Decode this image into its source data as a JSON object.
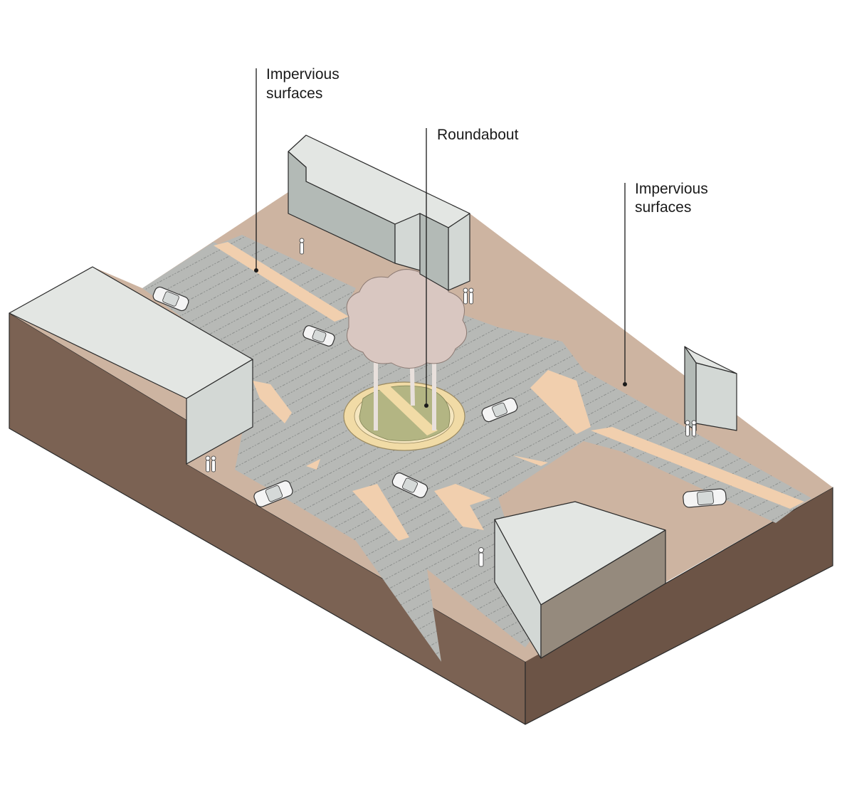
{
  "diagram": {
    "labels": {
      "impervious_left": [
        "Impervious",
        "surfaces"
      ],
      "roundabout": [
        "Roundabout"
      ],
      "impervious_right": [
        "Impervious",
        "surfaces"
      ]
    },
    "colors": {
      "background": "#ffffff",
      "soil_front": "#7b6253",
      "soil_side": "#6c5446",
      "road_asphalt": "#b7b9b6",
      "sidewalk": "#cdb4a1",
      "pedestrian_path": "#f1cfae",
      "building_top": "#e3e6e3",
      "building_front": "#d3d8d5",
      "building_side": "#b3bab6",
      "roundabout_ring": "#f1dba6",
      "roundabout_grass": "#b3b583",
      "tree_canopy": "#d9c7c1",
      "line": "#1a1a1a"
    }
  }
}
